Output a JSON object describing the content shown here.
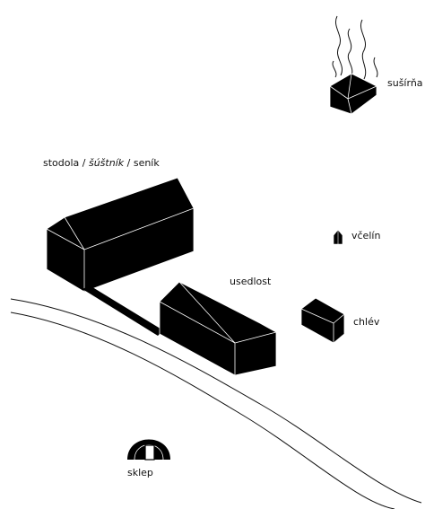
{
  "labels": {
    "susirna": "sušírňa",
    "stodola_prefix": "stodola / ",
    "sustnik": "šúštník",
    "stodola_suffix": " / seník",
    "vcelin": "včelín",
    "usedlost": "usedlost",
    "chlev": "chlév",
    "sklep": "sklep"
  },
  "colors": {
    "building_fill": "#000000",
    "building_edge": "#ffffff",
    "line": "#111111",
    "background": "#ffffff"
  }
}
